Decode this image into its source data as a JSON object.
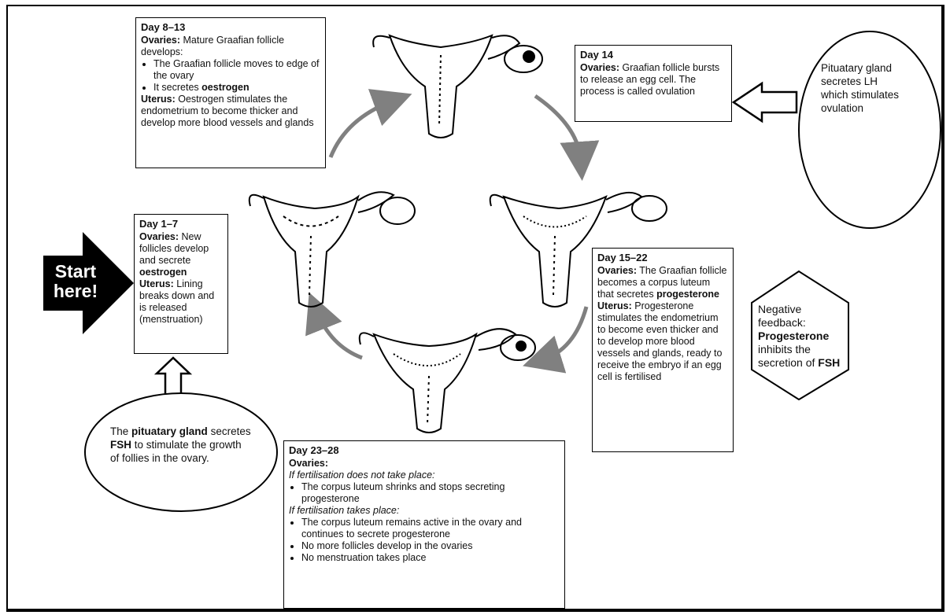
{
  "start": {
    "line1": "Start",
    "line2": "here!"
  },
  "day1_7": {
    "title": "Day 1–7",
    "ovaries_label": "Ovaries:",
    "ovaries_text1": "New follicles develop and secrete",
    "ovaries_bold": "oestrogen",
    "uterus_label": "Uterus:",
    "uterus_text": "Lining breaks down and is released (menstruation)"
  },
  "day8_13": {
    "title": "Day 8–13",
    "ovaries_label": "Ovaries:",
    "ovaries_text": "Mature Graafian follicle develops:",
    "bullet1": "The Graafian follicle moves to edge of the ovary",
    "bullet2_pre": "It secretes",
    "bullet2_bold": "oestrogen",
    "uterus_label": "Uterus:",
    "uterus_text": "Oestrogen stimulates the endometrium to become thicker and develop more blood vessels and glands"
  },
  "day14": {
    "title": "Day 14",
    "ovaries_label": "Ovaries:",
    "ovaries_text": "Graafian follicle bursts to release an egg cell. The process is called ovulation"
  },
  "day15_22": {
    "title": "Day 15–22",
    "ovaries_label": "Ovaries:",
    "ovaries_text": "The Graafian follicle becomes a corpus luteum that secretes",
    "ovaries_bold": "progesterone",
    "uterus_label": "Uterus:",
    "uterus_text": "Progesterone stimulates the endometrium to become even thicker and to develop more blood vessels and glands, ready to receive the embryo if an egg cell is fertilised"
  },
  "day23_28": {
    "title": "Day 23–28",
    "ovaries_label": "Ovaries:",
    "no_fert_heading": "If fertilisation does not take place:",
    "no_fert_bullet": "The corpus luteum shrinks and stops secreting progesterone",
    "fert_heading": "If fertilisation takes place:",
    "fert_bullet1": "The corpus luteum remains active in the ovary and continues to secrete progesterone",
    "fert_bullet2": "No more follicles develop in the ovaries",
    "fert_bullet3": "No menstruation takes place"
  },
  "lh_bubble": "Pituatary gland secretes LH which stimulates ovulation",
  "fsh_bubble": {
    "pre": "The",
    "bold1": "pituatary gland",
    "mid1": "secretes",
    "bold2": "FSH",
    "post": "to stimulate the growth of follies in the ovary."
  },
  "feedback": {
    "line1": "Negative feedback:",
    "bold": "Progesterone",
    "line2": "inhibits the secretion of",
    "bold2": "FSH"
  },
  "colors": {
    "cycle_arrow": "#808080",
    "outline": "#000000"
  }
}
